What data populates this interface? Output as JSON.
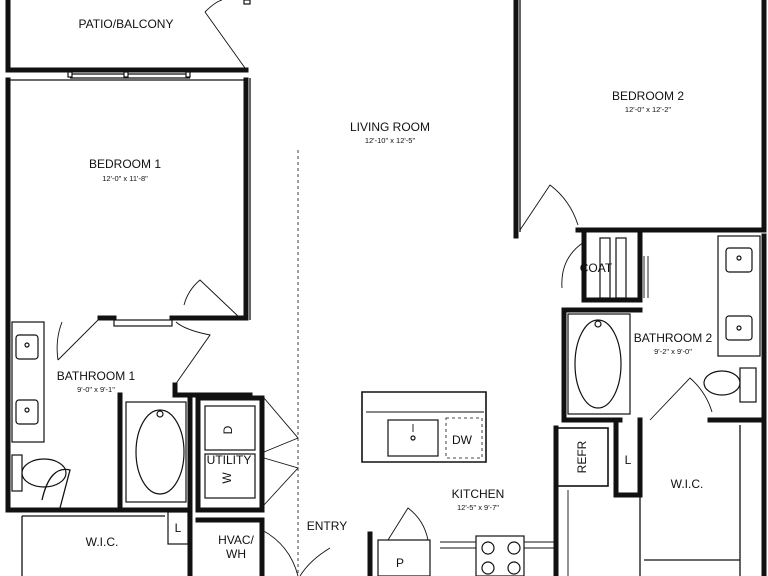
{
  "rooms": {
    "patio": {
      "name": "PATIO/BALCONY"
    },
    "living": {
      "name": "LIVING ROOM",
      "dims": "12'-10\" x 12'-5\""
    },
    "bedroom1": {
      "name": "BEDROOM 1",
      "dims": "12'-0\" x 11'-8\""
    },
    "bedroom2": {
      "name": "BEDROOM 2",
      "dims": "12'-0\" x 12'-2\""
    },
    "bathroom1": {
      "name": "BATHROOM 1",
      "dims": "9'-0\" x 9'-1\""
    },
    "bathroom2": {
      "name": "BATHROOM 2",
      "dims": "9'-2\" x 9'-0\""
    },
    "kitchen": {
      "name": "KITCHEN",
      "dims": "12'-5\" x 9'-7\""
    },
    "wic1": {
      "name": "W.I.C."
    },
    "wic2": {
      "name": "W.I.C."
    },
    "utility": {
      "name": "UTILITY"
    },
    "coat": {
      "name": "COAT"
    },
    "entry": {
      "name": "ENTRY"
    }
  },
  "appliances": {
    "dishwasher": "DW",
    "refrigerator": "REFR",
    "pantry": "P",
    "washer": "W",
    "dryer": "D",
    "hvac_line1": "HVAC/",
    "hvac_line2": "WH",
    "linen1": "L",
    "linen2": "L"
  }
}
